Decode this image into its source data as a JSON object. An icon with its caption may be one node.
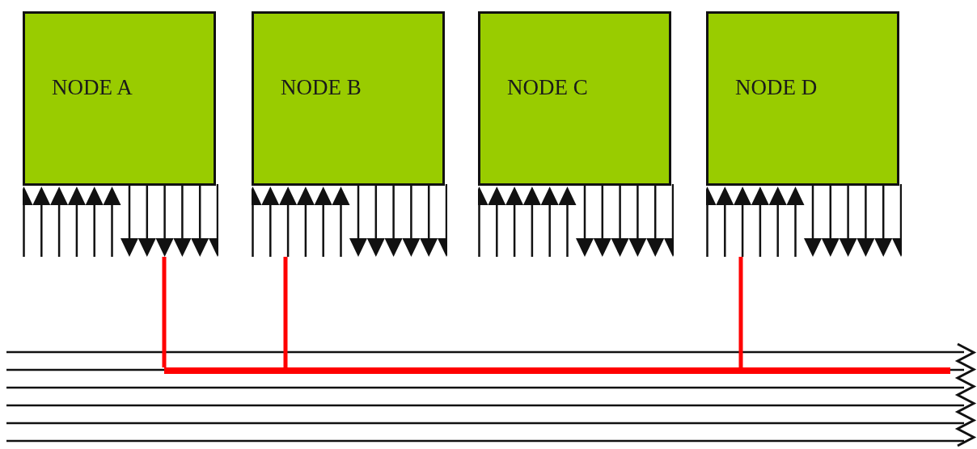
{
  "diagram": {
    "nodes": [
      {
        "text": [
          "NODE A"
        ]
      },
      {
        "text": [
          "NODE B"
        ]
      },
      {
        "text": [
          "NODE C"
        ]
      },
      {
        "text": [
          "NODE D"
        ]
      },
      {
        "text": [],
        "shape": "bar"
      }
    ],
    "edges": [
      {
        "from": 0,
        "to": 4,
        "arrow": "none"
      },
      {
        "from": 1,
        "to": 4,
        "arrow": "none"
      },
      {
        "from": 3,
        "to": 4,
        "arrow": "none"
      }
    ]
  }
}
